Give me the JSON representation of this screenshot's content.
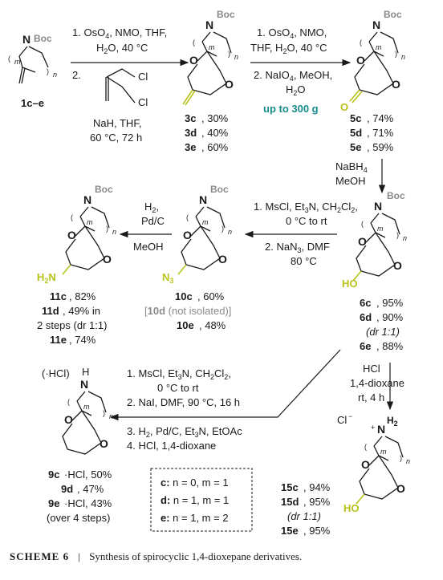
{
  "boc": "Boc",
  "atom_n": "N",
  "atom_o": "O",
  "ring_m": "m",
  "ring_n": "n",
  "compounds": {
    "c1": "1c–e",
    "y3": [
      {
        "id": "3c",
        "yield": ", 30%"
      },
      {
        "id": "3d",
        "yield": ", 40%"
      },
      {
        "id": "3e",
        "yield": ", 60%"
      }
    ],
    "y5": [
      {
        "id": "5c",
        "yield": ", 74%"
      },
      {
        "id": "5d",
        "yield": ", 71%"
      },
      {
        "id": "5e",
        "yield": ", 59%"
      }
    ],
    "y6": [
      {
        "id": "6c",
        "yield": ", 95%"
      },
      {
        "id": "6d",
        "yield": ", 90%"
      },
      {
        "id": "",
        "yield": "(dr 1:1)"
      },
      {
        "id": "6e",
        "yield": ", 88%"
      }
    ],
    "y10": {
      "c": "10c",
      "c_yield": ", 60%",
      "d_open": "[",
      "d": "10d",
      "d_note": " (not isolated)]",
      "e": "10e",
      "e_yield": ", 48%"
    },
    "y11": {
      "c": "11c",
      "c_yield": ", 82%",
      "d": "11d",
      "d_yield": ", 49% in",
      "d_line2": "2 steps (dr 1:1)",
      "e": "11e",
      "e_yield": ", 74%"
    },
    "y9": {
      "c": "9c",
      "c_yield": "·HCl, 50%",
      "d": "9d",
      "d_yield": ", 47%",
      "e": "9e",
      "e_yield": "·HCl, 43%",
      "note": "(over 4 steps)"
    },
    "y15": {
      "c": "15c",
      "c_yield": ", 94%",
      "d": "15d",
      "d_yield": ", 95%",
      "dr": "(dr 1:1)",
      "e": "15e",
      "e_yield": ", 95%"
    }
  },
  "conditions": {
    "step1": {
      "line1": "1. OsO",
      "line1b": ", NMO, THF,",
      "line2": "H",
      "line2b": "O, 40 °C",
      "line3": "2.",
      "reagent_cl": "Cl",
      "line4": "NaH, THF,",
      "line5": "60 °C, 72 h"
    },
    "step2": {
      "line1": "1. OsO",
      "line1b": ", NMO,",
      "line2": "THF, H",
      "line2b": "O, 40 °C",
      "line3": "2. NaIO",
      "line3b": ", MeOH,",
      "line4": "H",
      "line4b": "O",
      "scale": "up to 300 g"
    },
    "step3": {
      "line1": "NaBH",
      "line2": "MeOH"
    },
    "step4": {
      "line1": "1. MsCl, Et",
      "line1b": "N, CH",
      "line1c": "Cl",
      "line2": "0 °C to rt",
      "line3": "2. NaN",
      "line3b": ", DMF",
      "line4": "80 °C"
    },
    "step5": {
      "line1": "H",
      "line2": "Pd/C",
      "line3": "MeOH"
    },
    "step6": {
      "line1": "HCl",
      "line2": "1,4-dioxane",
      "line3": "rt, 4 h"
    },
    "step7": {
      "line1": "1. MsCl, Et",
      "line1b": "N, CH",
      "line1c": "Cl",
      "line2": "0 °C to rt",
      "line3": "2. NaI, DMF, 90 °C, 16 h",
      "line4": "3. H",
      "line4b": ", Pd/C, Et",
      "line4c": "N, EtOAc",
      "line5": "4. HCl, 1,4-dioxane"
    }
  },
  "groups": {
    "nh2": "H",
    "nh2_sub": "2",
    "nh2_n": "N",
    "n3": "N",
    "n3_sub": "3",
    "ho": "HO",
    "hcl_salt": "(·HCl)",
    "nh": "H",
    "chloride": "Cl",
    "nh2plus": "H",
    "plus": "+"
  },
  "legend": {
    "rows": [
      {
        "key": "c:",
        "value": " n = 0, m = 1"
      },
      {
        "key": "d:",
        "value": " n = 1, m = 1"
      },
      {
        "key": "e:",
        "value": " n = 1, m = 2"
      }
    ]
  },
  "caption": {
    "label": "SCHEME 6",
    "divider": "|",
    "text": "Synthesis of spirocyclic 1,4-dioxepane derivatives."
  }
}
